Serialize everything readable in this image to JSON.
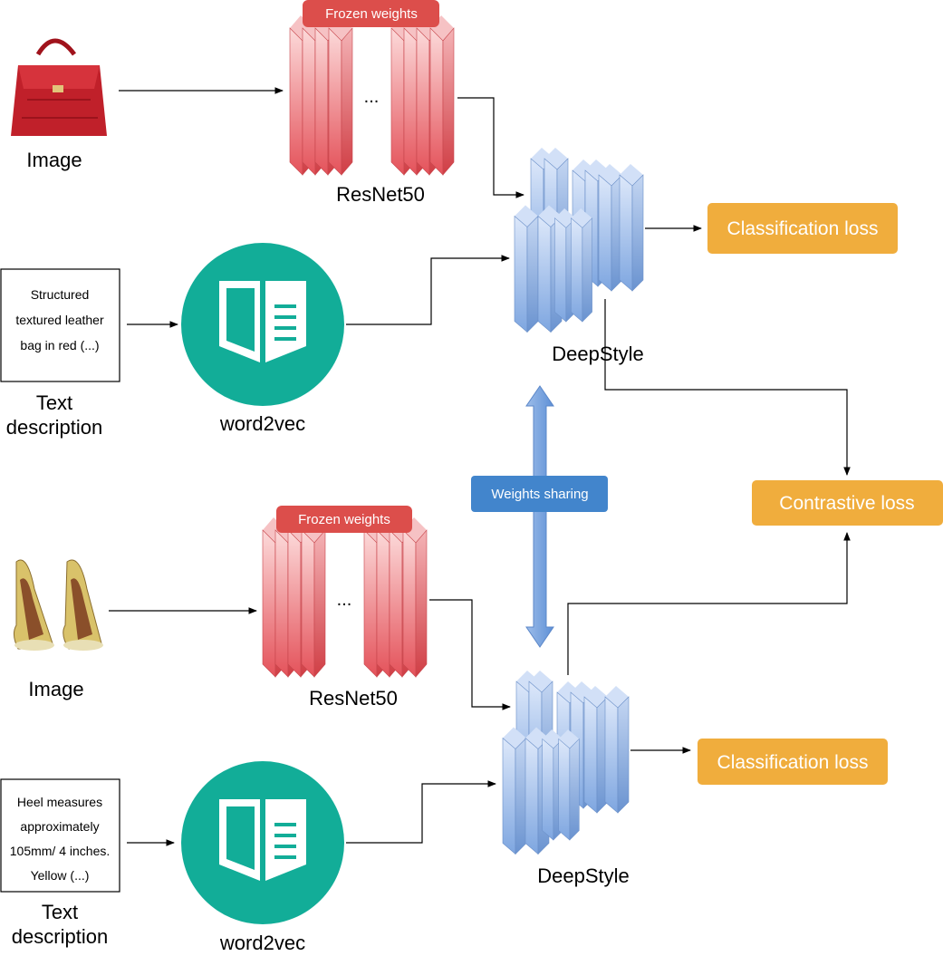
{
  "top": {
    "image_label": "Image",
    "cnn_label": "ResNet50",
    "frozen_badge": "Frozen weights",
    "ellipsis": "...",
    "text_box_lines": [
      "Structured",
      "textured leather",
      "bag in red (...)"
    ],
    "text_label_lines": [
      "Text",
      "description"
    ],
    "embed_label": "word2vec",
    "model_label": "DeepStyle",
    "loss_label": "Classification loss"
  },
  "bottom": {
    "image_label": "Image",
    "cnn_label": "ResNet50",
    "frozen_badge": "Frozen weights",
    "ellipsis": "...",
    "text_box_lines": [
      "Heel measures",
      "approximately",
      "105mm/ 4 inches.",
      "Yellow (...)"
    ],
    "text_label_lines": [
      "Text",
      "description"
    ],
    "embed_label": "word2vec",
    "model_label": "DeepStyle",
    "loss_label": "Classification loss"
  },
  "shared": {
    "weights_sharing_label": "Weights sharing",
    "contrastive_loss_label": "Contrastive loss"
  },
  "colors": {
    "resnet_red": "#e4525a",
    "badge_red": "#dc4e4b",
    "deepstyle_blue": "#7ea6e0",
    "teal": "#12ad98",
    "loss_orange": "#f0ad3d",
    "share_blue": "#4285cc"
  },
  "icons": {
    "image_top": "red-handbag",
    "image_bottom": "yellow-heels",
    "embed": "open-book-icon"
  }
}
